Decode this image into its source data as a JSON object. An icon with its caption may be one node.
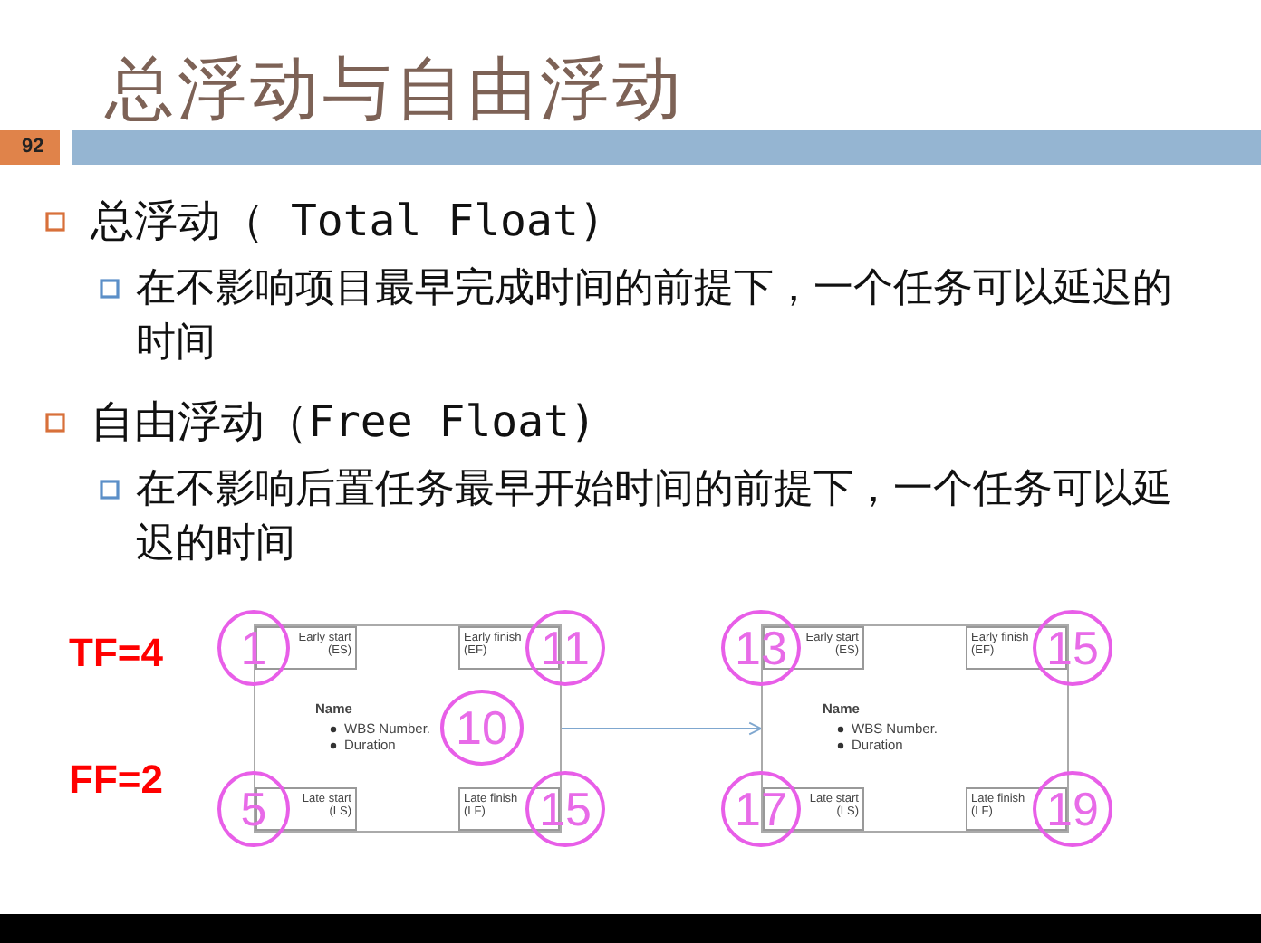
{
  "diagram": {
    "title": "总浮动与自由浮动",
    "nodes": [
      {
        "text": [
          "Name",
          "WBS Number.",
          "Duration"
        ]
      },
      {
        "text": [
          "Early start (ES)"
        ],
        "in": 0
      },
      {
        "text": [
          "Early finish (EF)"
        ],
        "in": 0
      },
      {
        "text": [
          "Late start (LS)"
        ],
        "in": 0
      },
      {
        "text": [
          "Late finish (LF)"
        ],
        "in": 0
      },
      {
        "text": [
          "Name",
          "WBS Number.",
          "Duration"
        ]
      },
      {
        "text": [
          "Early start (ES)"
        ],
        "in": 5
      },
      {
        "text": [
          "Early finish (EF)"
        ],
        "in": 5
      },
      {
        "text": [
          "Late start (LS)"
        ],
        "in": 5
      },
      {
        "text": [
          "Late finish (LF)"
        ],
        "in": 5
      },
      {
        "text": [
          "1"
        ]
      },
      {
        "text": [
          "11"
        ]
      },
      {
        "text": [
          "10"
        ],
        "in": 0
      },
      {
        "text": [
          "5"
        ]
      },
      {
        "text": [
          "15"
        ]
      },
      {
        "text": [
          "13"
        ]
      },
      {
        "text": [
          "15"
        ]
      },
      {
        "text": [
          "17"
        ]
      },
      {
        "text": [
          "19"
        ]
      }
    ],
    "edges": [
      {
        "from": 0,
        "to": 5,
        "arrow": "to",
        "color": "#7fa7cf"
      }
    ],
    "labels": [
      "92",
      "总浮动（ Total Float)",
      "在不影响项目最早完成时间的前提下，一个任务可以延迟的时间",
      "自由浮动（Free Float)",
      "在不影响后置任务最早开始时间的前提下，一个任务可以延迟的时间",
      "TF=4",
      "FF=2"
    ]
  }
}
